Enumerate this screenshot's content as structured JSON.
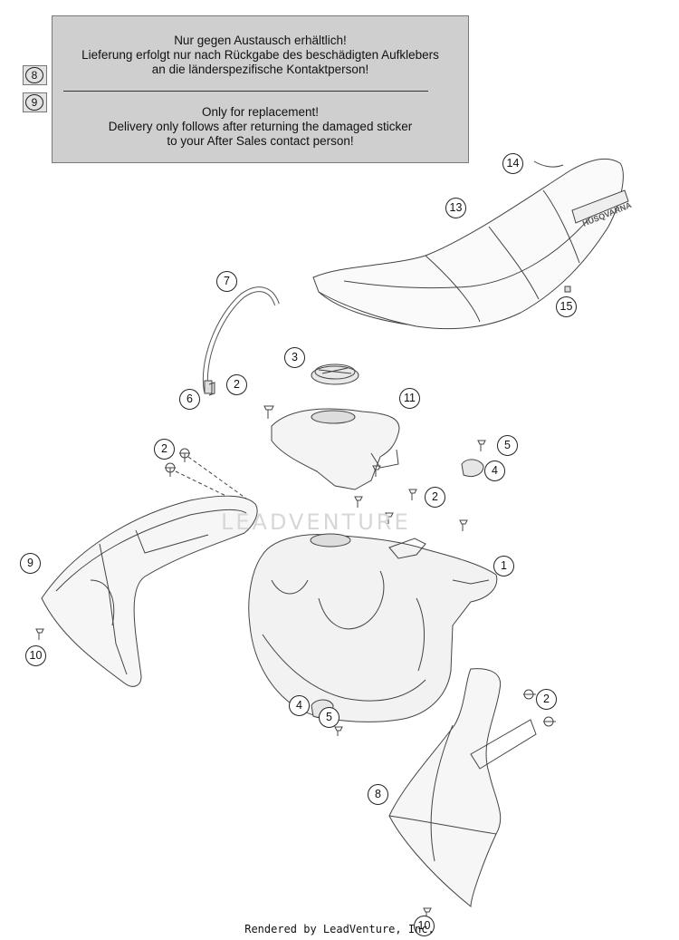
{
  "notice": {
    "de_line1": "Nur gegen Austausch erhältlich!",
    "de_line2": "Lieferung erfolgt nur nach Rückgabe des beschädigten Aufklebers",
    "de_line3": "an die länderspezifische Kontaktperson!",
    "en_line1": "Only for replacement!",
    "en_line2": "Delivery only follows after returning the damaged sticker",
    "en_line3": "to your After Sales contact person!",
    "tag_top": "8",
    "tag_bottom": "9"
  },
  "callouts": {
    "c14": "14",
    "c13": "13",
    "c15": "15",
    "c7": "7",
    "c3": "3",
    "c2a": "2",
    "c6": "6",
    "c11": "11",
    "c2b": "2",
    "c5a": "5",
    "c4a": "4",
    "c2c": "2",
    "c1": "1",
    "c9": "9",
    "c10a": "10",
    "c4b": "4",
    "c5b": "5",
    "c2d": "2",
    "c8": "8",
    "c10b": "10"
  },
  "seat_logo": "HUSQVARNA",
  "watermark": "LEADVENTURE",
  "footer": "Rendered by LeadVenture, Inc."
}
